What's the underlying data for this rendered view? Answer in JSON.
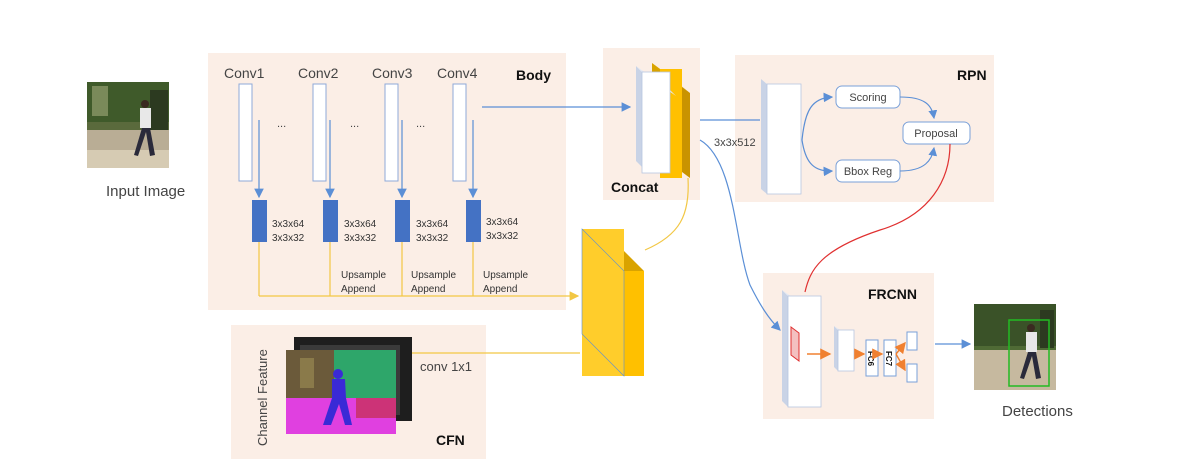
{
  "input_image_label": "Input Image",
  "detections_label": "Detections",
  "body": {
    "title": "Body",
    "convs": [
      "Conv1",
      "Conv2",
      "Conv3",
      "Conv4"
    ],
    "ellipsis": "...",
    "filters_a": "3x3x64",
    "filters_b": "3x3x32",
    "upsample": "Upsample",
    "append": "Append"
  },
  "concat": {
    "title": "Concat"
  },
  "rpn": {
    "title": "RPN",
    "input_size": "3x3x512",
    "scoring": "Scoring",
    "bbox_reg": "Bbox Reg",
    "proposal": "Proposal"
  },
  "cfn": {
    "title": "CFN",
    "channel_feature": "Channel Feature",
    "conv": "conv 1x1"
  },
  "frcnn": {
    "title": "FRCNN",
    "fc6": "FC6",
    "fc7": "FC7"
  },
  "colors": {
    "panel": "#fbeee6",
    "conv_box": "#4472c4",
    "arrow_blue": "#5b8fd6",
    "feature_yellow": "#ffc000",
    "line_yellow": "#f2c744",
    "line_red": "#e03030",
    "box_green": "#22bb22"
  }
}
